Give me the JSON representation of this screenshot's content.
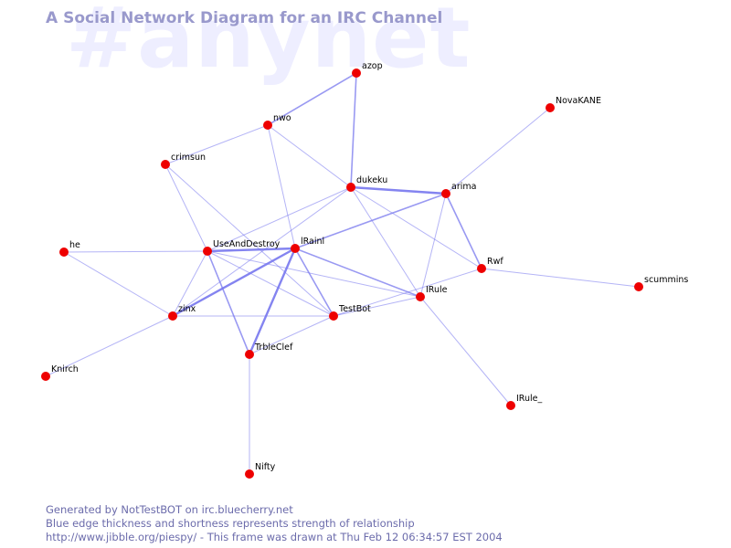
{
  "watermark": "#anynet",
  "title": "A Social Network Diagram for an IRC Channel",
  "footer": {
    "line1": "Generated by NotTestBOT on irc.bluecherry.net",
    "line2": "Blue edge thickness and shortness represents strength of relationship",
    "line3": "http://www.jibble.org/piespy/ - This frame was drawn at Thu Feb 12 06:34:57 EST 2004"
  },
  "colors": {
    "node": "#ee0000",
    "edge": "#7777ee",
    "title": "#9999cc",
    "watermark": "#eeeeff",
    "footer": "#6b6bab"
  },
  "nodes": [
    {
      "id": "azop",
      "label": "azop"
    },
    {
      "id": "NovaKANE",
      "label": "NovaKANE"
    },
    {
      "id": "nwo",
      "label": "nwo"
    },
    {
      "id": "crimsun",
      "label": "crimsun"
    },
    {
      "id": "dukeku",
      "label": "dukeku"
    },
    {
      "id": "arima",
      "label": "arima"
    },
    {
      "id": "he",
      "label": "he"
    },
    {
      "id": "UseAndDestroy",
      "label": "UseAndDestroy"
    },
    {
      "id": "IRainI",
      "label": "lRainl"
    },
    {
      "id": "Rwf",
      "label": "Rwf"
    },
    {
      "id": "scummins",
      "label": "scummins"
    },
    {
      "id": "IRule",
      "label": "IRule"
    },
    {
      "id": "zinx",
      "label": "zinx"
    },
    {
      "id": "TestBot",
      "label": "TestBot"
    },
    {
      "id": "TrbleClef",
      "label": "TrbleClef"
    },
    {
      "id": "Knirch",
      "label": "Knirch"
    },
    {
      "id": "IRule_",
      "label": "IRule_"
    },
    {
      "id": "Nifty",
      "label": "Nifty"
    }
  ],
  "edges": [
    {
      "source": "azop",
      "target": "nwo",
      "strength": 2
    },
    {
      "source": "azop",
      "target": "dukeku",
      "strength": 2
    },
    {
      "source": "NovaKANE",
      "target": "arima",
      "strength": 1
    },
    {
      "source": "nwo",
      "target": "crimsun",
      "strength": 1
    },
    {
      "source": "nwo",
      "target": "dukeku",
      "strength": 1
    },
    {
      "source": "nwo",
      "target": "IRainI",
      "strength": 1
    },
    {
      "source": "crimsun",
      "target": "UseAndDestroy",
      "strength": 1
    },
    {
      "source": "crimsun",
      "target": "TestBot",
      "strength": 1
    },
    {
      "source": "dukeku",
      "target": "arima",
      "strength": 3
    },
    {
      "source": "dukeku",
      "target": "UseAndDestroy",
      "strength": 1
    },
    {
      "source": "dukeku",
      "target": "Rwf",
      "strength": 1
    },
    {
      "source": "dukeku",
      "target": "IRule",
      "strength": 1
    },
    {
      "source": "dukeku",
      "target": "zinx",
      "strength": 1
    },
    {
      "source": "arima",
      "target": "IRainI",
      "strength": 2
    },
    {
      "source": "arima",
      "target": "Rwf",
      "strength": 2
    },
    {
      "source": "arima",
      "target": "IRule",
      "strength": 1
    },
    {
      "source": "he",
      "target": "UseAndDestroy",
      "strength": 1
    },
    {
      "source": "he",
      "target": "zinx",
      "strength": 1
    },
    {
      "source": "UseAndDestroy",
      "target": "IRainI",
      "strength": 3
    },
    {
      "source": "UseAndDestroy",
      "target": "zinx",
      "strength": 1
    },
    {
      "source": "UseAndDestroy",
      "target": "TestBot",
      "strength": 1
    },
    {
      "source": "UseAndDestroy",
      "target": "TrbleClef",
      "strength": 2
    },
    {
      "source": "UseAndDestroy",
      "target": "IRule",
      "strength": 1
    },
    {
      "source": "IRainI",
      "target": "zinx",
      "strength": 3
    },
    {
      "source": "IRainI",
      "target": "TestBot",
      "strength": 2
    },
    {
      "source": "IRainI",
      "target": "TrbleClef",
      "strength": 3
    },
    {
      "source": "IRainI",
      "target": "IRule",
      "strength": 2
    },
    {
      "source": "Rwf",
      "target": "scummins",
      "strength": 1
    },
    {
      "source": "Rwf",
      "target": "TestBot",
      "strength": 1
    },
    {
      "source": "IRule",
      "target": "TestBot",
      "strength": 1
    },
    {
      "source": "IRule",
      "target": "IRule_",
      "strength": 1
    },
    {
      "source": "zinx",
      "target": "TestBot",
      "strength": 1
    },
    {
      "source": "zinx",
      "target": "Knirch",
      "strength": 1
    },
    {
      "source": "TestBot",
      "target": "TrbleClef",
      "strength": 1
    },
    {
      "source": "TrbleClef",
      "target": "Nifty",
      "strength": 1
    }
  ]
}
